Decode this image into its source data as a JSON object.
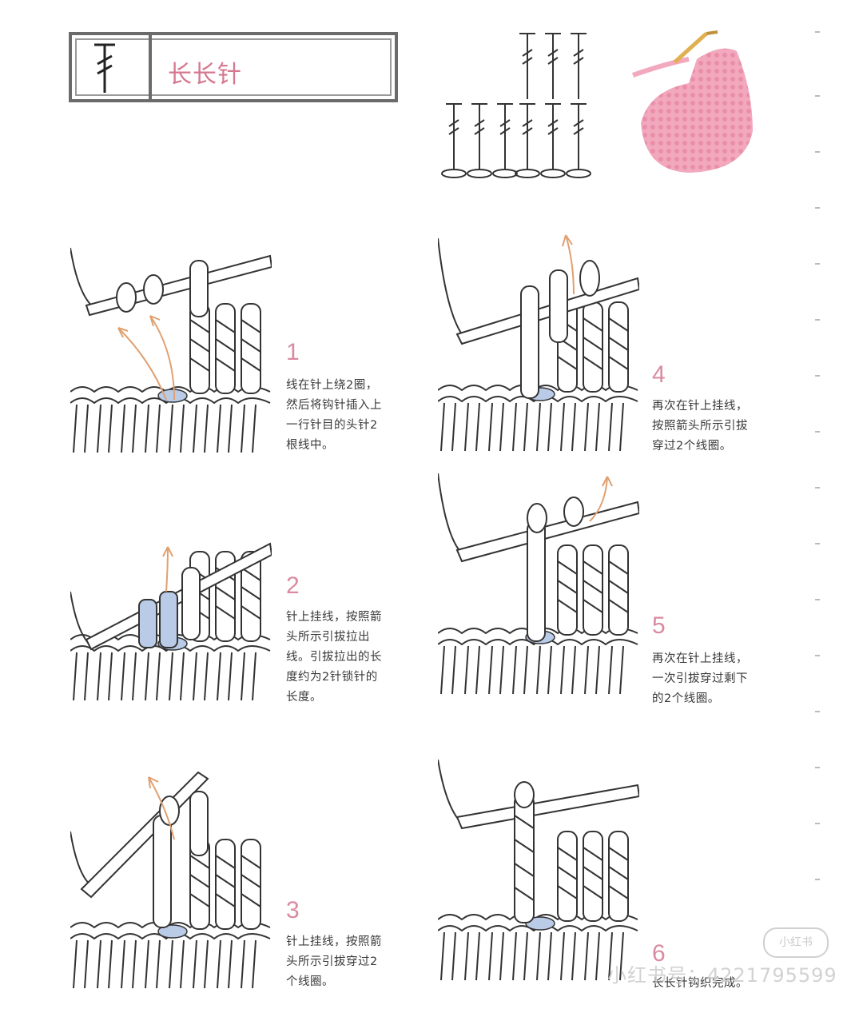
{
  "title": "长长针",
  "colors": {
    "accent_pink": "#d4788f",
    "yarn_pink": "#f2a8bd",
    "hook_orange": "#e0a070",
    "loop_blue": "#b9cbe6"
  },
  "steps": [
    {
      "number": "1",
      "text": [
        "线在针上绕2圈，",
        "然后将钩针插入上",
        "一行针目的头针2",
        "根线中。"
      ]
    },
    {
      "number": "2",
      "text": [
        "针上挂线，按照箭",
        "头所示引拔拉出",
        "线。引拔拉出的长",
        "度约为2针锁针的",
        "长度。"
      ]
    },
    {
      "number": "3",
      "text": [
        "针上挂线，按照箭",
        "头所示引拔穿过2",
        "个线圈。"
      ]
    },
    {
      "number": "4",
      "text": [
        "再次在针上挂线，",
        "按照箭头所示引拔",
        "穿过2个线圈。"
      ]
    },
    {
      "number": "5",
      "text": [
        "再次在针上挂线，",
        "一次引拔穿过剩下",
        "的2个线圈。"
      ]
    },
    {
      "number": "6",
      "text": [
        "长长针钩织完成。"
      ]
    }
  ],
  "watermark": {
    "badge": "小红书",
    "text": "小红书号：4221795599"
  }
}
